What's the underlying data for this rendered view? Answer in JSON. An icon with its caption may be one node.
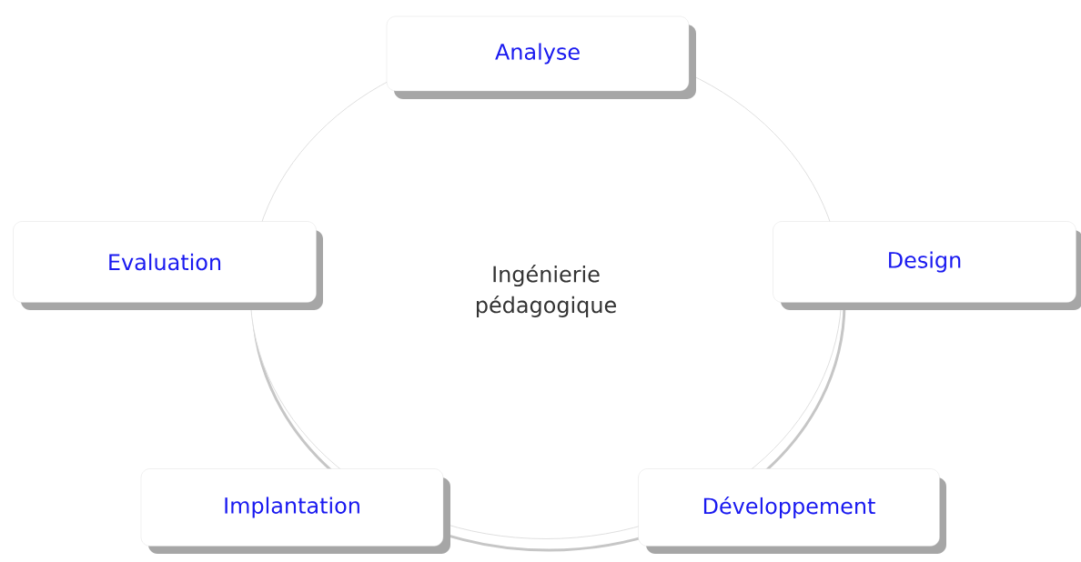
{
  "diagram": {
    "nodes": [
      {
        "text": [
          "Ingénierie pédagogique"
        ]
      },
      {
        "text": [
          "Analyse"
        ]
      },
      {
        "text": [
          "Evaluation"
        ]
      },
      {
        "text": [
          "Design"
        ]
      },
      {
        "text": [
          "Implantation"
        ]
      },
      {
        "text": [
          "Développement"
        ]
      }
    ]
  }
}
